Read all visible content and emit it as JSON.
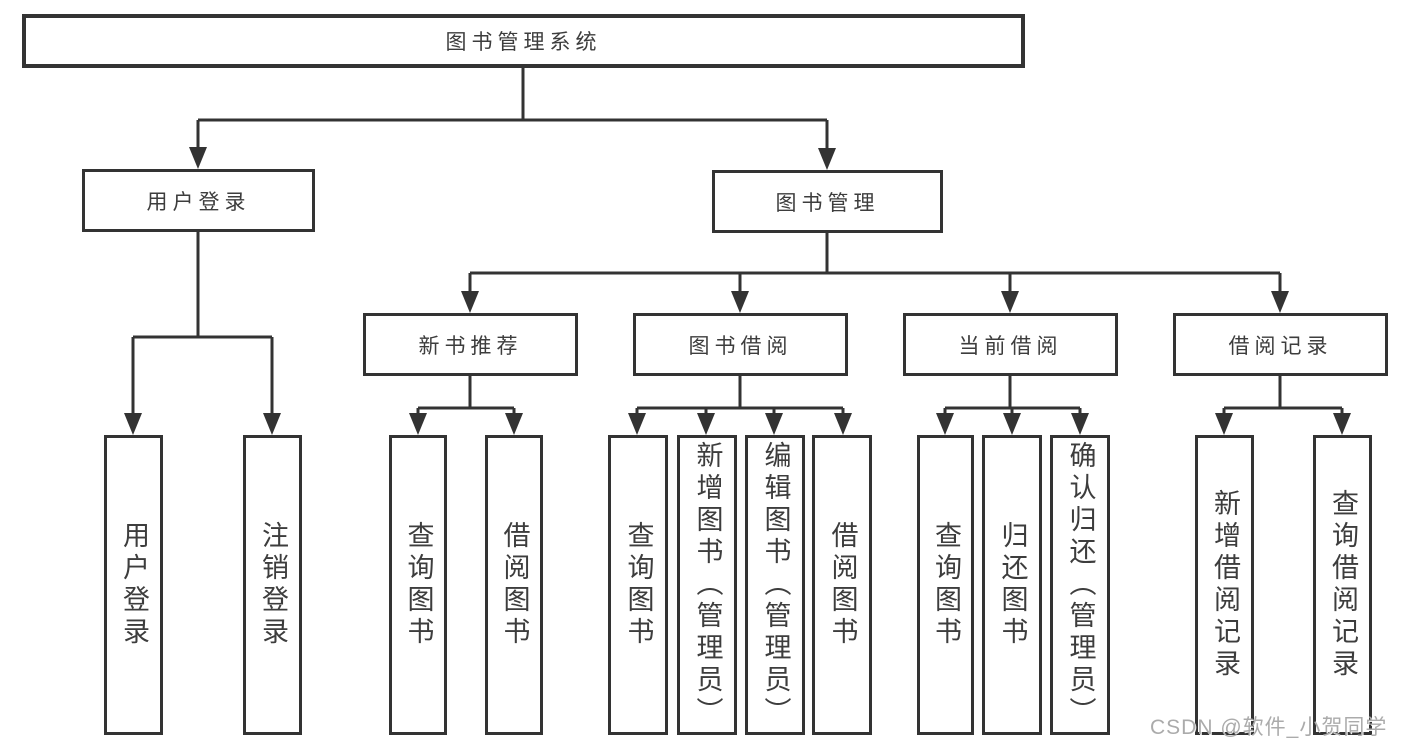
{
  "colors": {
    "line": "#333333",
    "text": "#3d3d3d",
    "box_bg": "#ffffff",
    "watermark": "#ababab"
  },
  "watermark": "CSDN @软件_小贺同学",
  "tree": {
    "root": "图书管理系统",
    "branches": [
      {
        "label": "用户登录",
        "children": [
          "用户登录",
          "注销登录"
        ]
      },
      {
        "label": "图书管理",
        "children": [
          {
            "label": "新书推荐",
            "children": [
              "查询图书",
              "借阅图书"
            ]
          },
          {
            "label": "图书借阅",
            "children": [
              "查询图书",
              "新增图书（管理员）",
              "编辑图书（管理员）",
              "借阅图书"
            ]
          },
          {
            "label": "当前借阅",
            "children": [
              "查询图书",
              "归还图书",
              "确认归还（管理员）"
            ]
          },
          {
            "label": "借阅记录",
            "children": [
              "新增借阅记录",
              "查询借阅记录"
            ]
          }
        ]
      }
    ]
  }
}
